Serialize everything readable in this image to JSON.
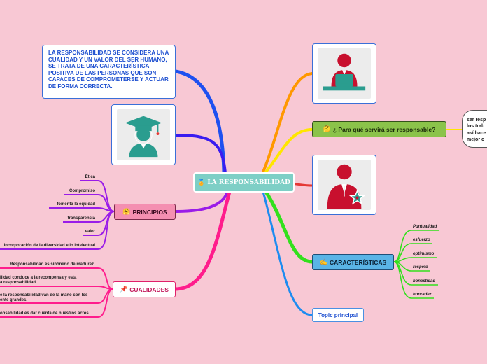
{
  "central": {
    "icon": "🏅",
    "label": "LA RESPONSABILIDAD"
  },
  "definition": {
    "text": "LA RESPONSABILIDAD SE CONSIDERA UNA CUALIDAD Y UN VALOR DEL SER HUMANO, SE TRATA DE UNA CARACTERÍSTICA POSITIVA DE LAS PERSONAS QUE SON CAPACES DE COMPROMETERSE Y ACTUAR DE FORMA CORRECTA."
  },
  "images": {
    "graduate": "graduate-icon",
    "office_worker": "office-worker-icon",
    "award_person": "award-person-icon"
  },
  "principios": {
    "icon": "🤗",
    "label": "PRINCIPIOS",
    "items": [
      "Ética",
      "Compromiso",
      "fomenta la equidad",
      "transparencia",
      "valor",
      "incorporación de la diversidad e lo intelectual"
    ]
  },
  "cualidades": {
    "icon": "📌",
    "label": "CUALIDADES",
    "items": [
      [
        "Responsabilidad es sinónimo de madurez"
      ],
      [
        "ilidad  conduce a la recompensa y esta",
        "a responsabilidad"
      ],
      [
        "e la responsabilidad van de la mano con los",
        "ente grandes."
      ],
      [
        "onsabilidad es dar cuenta de nuestros actos"
      ]
    ]
  },
  "servira": {
    "icon": "🤔",
    "label": "¿ Para qué servirá ser responsable?",
    "note_lines": [
      "ser resp",
      "los trab",
      "así hace",
      "mejor c"
    ]
  },
  "caracteristicas": {
    "icon": "✍️",
    "label": "CARACTERÍSTICAS",
    "items": [
      "Puntualidad",
      "esfuerzo",
      "optimismo",
      "respeto",
      "honestidad",
      "honradez"
    ]
  },
  "topic": {
    "label": "Topic principal"
  },
  "colors": {
    "background": "#f8c8d4",
    "central": "#7ecfc6",
    "branch_blue": "#1e50f0",
    "branch_indigo": "#3a1cf0",
    "branch_purple": "#9a1ce8",
    "branch_magenta": "#ff1c8c",
    "branch_orange": "#ff9800",
    "branch_yellow": "#ffe600",
    "branch_red": "#e53935",
    "branch_green": "#32e01c",
    "branch_lightblue": "#1e8cf0"
  }
}
